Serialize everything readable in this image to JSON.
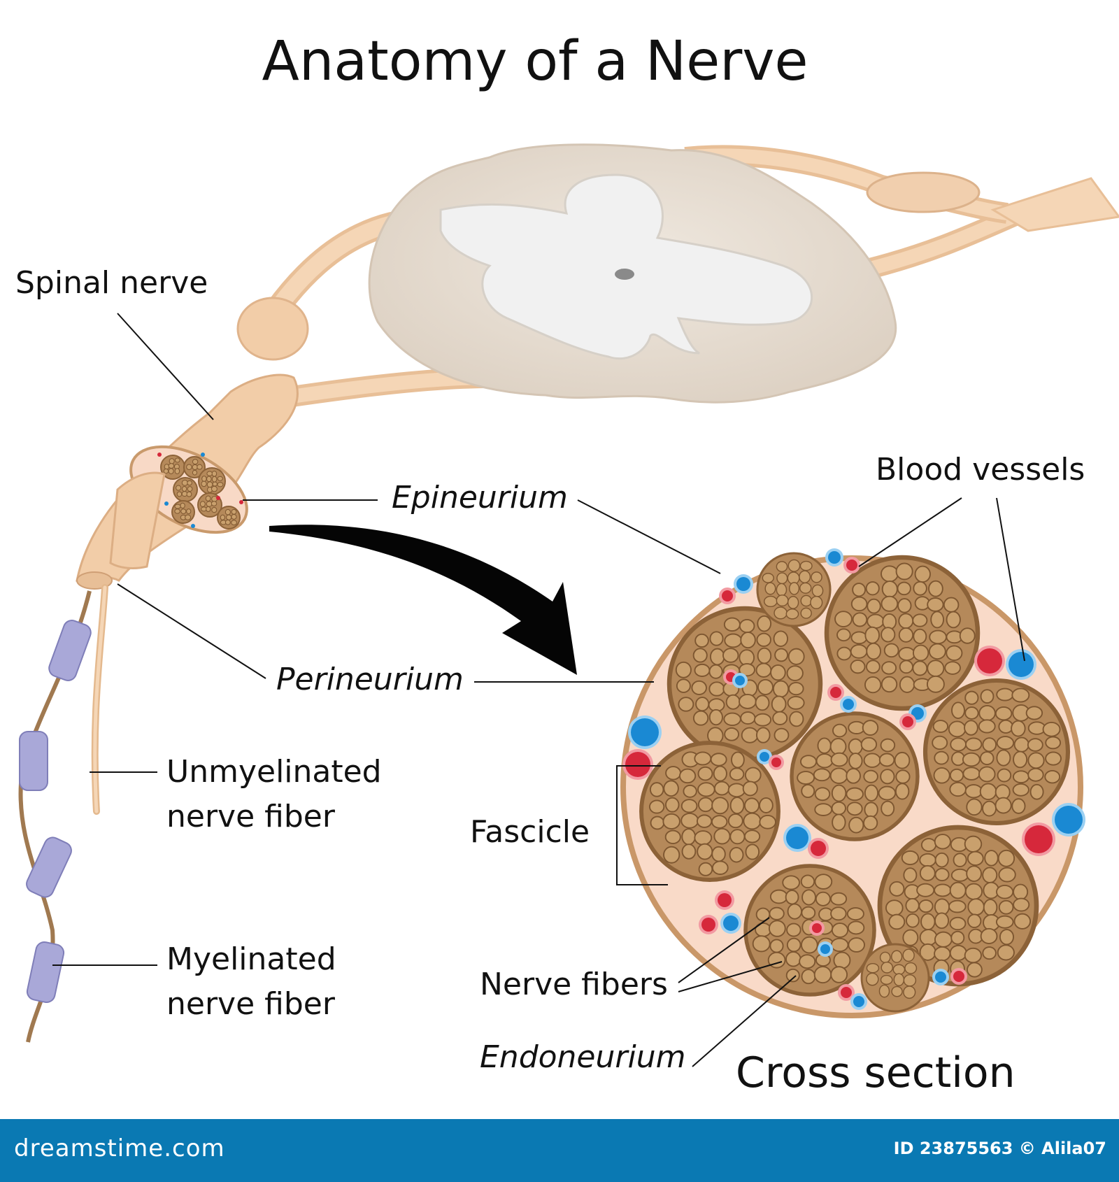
{
  "title": "Anatomy of a Nerve",
  "labels": {
    "spinal_nerve": "Spinal nerve",
    "epineurium": "Epineurium",
    "blood_vessels": "Blood vessels",
    "perineurium": "Perineurium",
    "unmyelinated_line1": "Unmyelinated",
    "unmyelinated_line2": "nerve fiber",
    "myelinated_line1": "Myelinated",
    "myelinated_line2": "nerve fiber",
    "fascicle": "Fascicle",
    "nerve_fibers": "Nerve fibers",
    "endoneurium": "Endoneurium",
    "cross_section": "Cross section"
  },
  "watermark": {
    "brand": "dreamstime.com",
    "credit": "ID 23875563 © Alila07"
  },
  "colors": {
    "nerve_tissue": "#f2cda8",
    "spinal_cord_outer": "#e6ddd2",
    "spinal_cord_grey": "#f1f1f1",
    "fascicle": "#b5895a",
    "fascicle_ring": "#8c6238",
    "fiber": "#c9a06d",
    "epineurium_fill": "#f8d9c6",
    "myelin": "#a9a8d8",
    "artery": "#d6283b",
    "vein": "#1a89d3",
    "footer": "#0a79b3"
  }
}
